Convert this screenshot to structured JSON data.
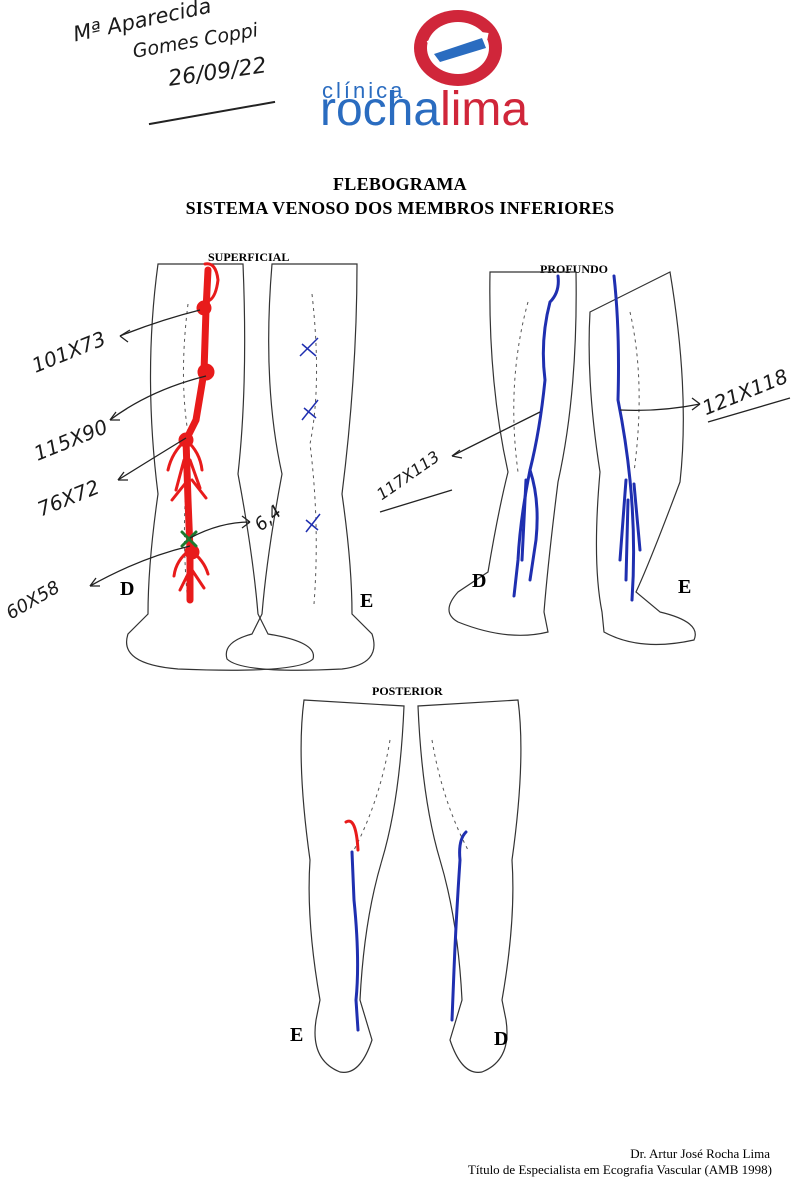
{
  "handwritten_header": {
    "patient_line1": "Mª Aparecida",
    "patient_line2": "Gomes Coppi",
    "date": "26/09/22"
  },
  "logo": {
    "prefix": "clínica",
    "name_part1": "rocha",
    "name_part2": "lima",
    "colors": {
      "blue": "#2a6cc0",
      "red": "#d0263a"
    }
  },
  "title": {
    "line1": "FLEBOGRAMA",
    "line2": "SISTEMA VENOSO DOS MEMBROS INFERIORES"
  },
  "sections": {
    "superficial": "SUPERFICIAL",
    "profundo": "PROFUNDO",
    "posterior": "POSTERIOR"
  },
  "side_labels": {
    "superficial_right": "D",
    "superficial_left": "E",
    "profundo_right": "D",
    "profundo_left": "E",
    "posterior_left": "E",
    "posterior_right": "D"
  },
  "annotations": {
    "superficial": [
      "101X73",
      "115X90",
      "76X72",
      "60X58",
      "6,4"
    ],
    "profundo": [
      "117X113",
      "121X118"
    ]
  },
  "mark_colors": {
    "reflux": "#e81b1b",
    "normal": "#1f2fb0",
    "perforator": "#1d7a2e"
  },
  "footer": {
    "doctor": "Dr. Artur José Rocha Lima",
    "credential": "Título de Especialista em Ecografia Vascular (AMB 1998)"
  }
}
